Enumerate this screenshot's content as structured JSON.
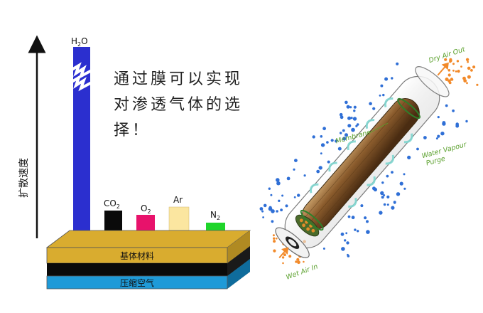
{
  "left_panel": {
    "axis_label": "扩散速度",
    "bars": [
      {
        "label_main": "H",
        "label_sub": "2",
        "label_tail": "O",
        "color": "#2b2fcf",
        "value": 100
      },
      {
        "label_main": "CO",
        "label_sub": "2",
        "label_tail": "",
        "color": "#0a0a0a",
        "value": 16
      },
      {
        "label_main": "O",
        "label_sub": "2",
        "label_tail": "",
        "color": "#e8126b",
        "value": 14
      },
      {
        "label_main": "Ar",
        "label_sub": "",
        "label_tail": "",
        "color": "#fbe6a0",
        "value": 20
      },
      {
        "label_main": "N",
        "label_sub": "2",
        "label_tail": "",
        "color": "#1fd52a",
        "value": 10
      }
    ],
    "layers": {
      "base_material": "基体材料",
      "compressed_air": "压缩空气",
      "base_color": "#d9ac2f",
      "middle_color": "#0a0a0a",
      "air_color": "#1e9ad8"
    },
    "message_lines": [
      "通过膜可以实现",
      "对渗透气体的选",
      "择！"
    ]
  },
  "right_panel": {
    "labels": {
      "dry_air_out": "Dry Air Out",
      "membrane": "Membrane",
      "water_vapour": "Water Vapour",
      "purge": "Purge",
      "wet_air_in": "Wet Air In"
    },
    "label_color": "#5aa02c",
    "dot_colors": {
      "water": "#2f6fd6",
      "air": "#f28a2a"
    }
  }
}
